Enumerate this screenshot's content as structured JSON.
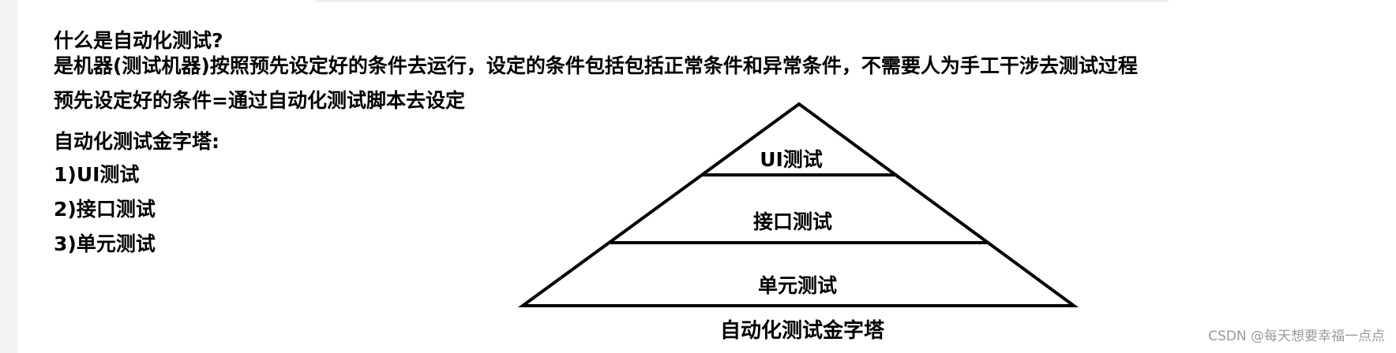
{
  "texts": {
    "question": "什么是自动化测试?",
    "definition": "是机器(测试机器)按照预先设定好的条件去运行，设定的条件包括包括正常条件和异常条件，不需要人为手工干涉去测试过程",
    "preset": "预先设定好的条件=通过自动化测试脚本去设定",
    "pyramid_heading": "自动化测试金字塔:",
    "item_1": "1)UI测试",
    "item_2": "2)接口测试",
    "item_3": "3)单元测试"
  },
  "pyramid": {
    "layers": [
      "UI测试",
      "接口测试",
      "单元测试"
    ],
    "caption": "自动化测试金字塔"
  },
  "watermark": "CSDN @每天想要幸福一点点"
}
